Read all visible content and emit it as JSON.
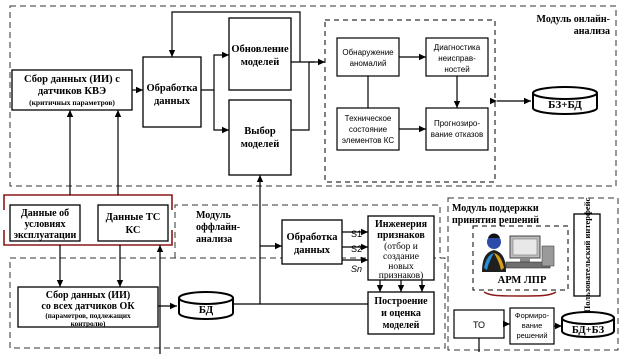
{
  "blocks": {
    "kve_collect": {
      "lines": [
        "Сбор данных (ИИ) с",
        "датчиков КВЭ"
      ],
      "sub": "(критичных параметров)"
    },
    "data_processing_top": {
      "lines": [
        "Обработка",
        "данных"
      ]
    },
    "model_update": {
      "lines": [
        "Обновление",
        "моделей"
      ]
    },
    "model_select": {
      "lines": [
        "Выбор",
        "моделей"
      ]
    },
    "anomaly_detection": {
      "lines": [
        "Обнаружение",
        "аномалий"
      ]
    },
    "fault_diagnosis": {
      "lines": [
        "Диагностика",
        "неисправ-",
        "ностей"
      ]
    },
    "tech_state": {
      "lines": [
        "Техническое",
        "состояние",
        "элементов КС"
      ]
    },
    "failure_forecast": {
      "lines": [
        "Прогнозиро-",
        "вание отказов"
      ]
    },
    "kb_db_top": {
      "label": "БЗ+БД"
    },
    "conditions_data": {
      "lines": [
        "Данные об",
        "условиях",
        "эксплуатации"
      ]
    },
    "ts_data": {
      "lines": [
        "Данные ТС",
        "КС"
      ]
    },
    "ok_collect": {
      "lines": [
        "Сбор данных (ИИ)",
        "со всех датчиков ОК"
      ],
      "sub": [
        "(параметров, подлежащих",
        "контролю)"
      ]
    },
    "db_bottom": {
      "label": "БД"
    },
    "data_processing_offline": {
      "lines": [
        "Обработка",
        "данных"
      ]
    },
    "feature_engineering": {
      "lines": [
        "Инженерия",
        "признаков"
      ],
      "sub": [
        "(отбор и",
        "создание",
        "новых",
        "признаков)"
      ]
    },
    "build_eval": {
      "lines": [
        "Построение",
        "и оценка",
        "моделей"
      ]
    },
    "apm": {
      "label": "АРМ ЛПР"
    },
    "user_interface": {
      "label": "Пользовательский интерфейс"
    },
    "to": {
      "label": "ТО"
    },
    "form_decisions": {
      "lines": [
        "Формиро-",
        "вание",
        "решений"
      ]
    },
    "kb_db_bottom": {
      "label": "БД+БЗ"
    }
  },
  "modules": {
    "online": {
      "lines": [
        "Модуль онлайн-",
        "анализа"
      ]
    },
    "offline": {
      "lines": [
        "Модуль",
        "оффлайн-",
        "анализа"
      ]
    },
    "decision": {
      "lines": [
        "Модуль поддержки",
        "принятия решений"
      ]
    }
  },
  "edge_labels": {
    "s1": "S1",
    "s2": "S2",
    "sn": "Sn"
  }
}
